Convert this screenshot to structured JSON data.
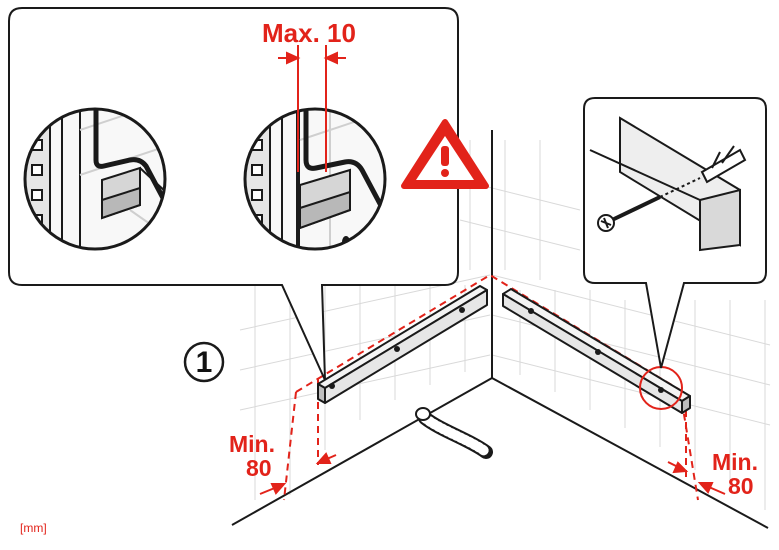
{
  "labels": {
    "max_gap": "Max. 10",
    "min_left_line1": "Min.",
    "min_left_line2": "80",
    "min_right_line1": "Min.",
    "min_right_line2": "80",
    "step_number": "1",
    "unit": "[mm]"
  },
  "colors": {
    "accent_red": "#e2231a",
    "line": "#1a1a1a",
    "grid": "#d9d9d9",
    "rail_fill": "#e6e6e6",
    "callout_fill": "#ffffff"
  },
  "icons": {
    "warning": "warning-triangle-icon",
    "screw": "screw-icon",
    "wall_plug": "wall-plug-icon",
    "drain_hose": "drain-hose-icon"
  }
}
